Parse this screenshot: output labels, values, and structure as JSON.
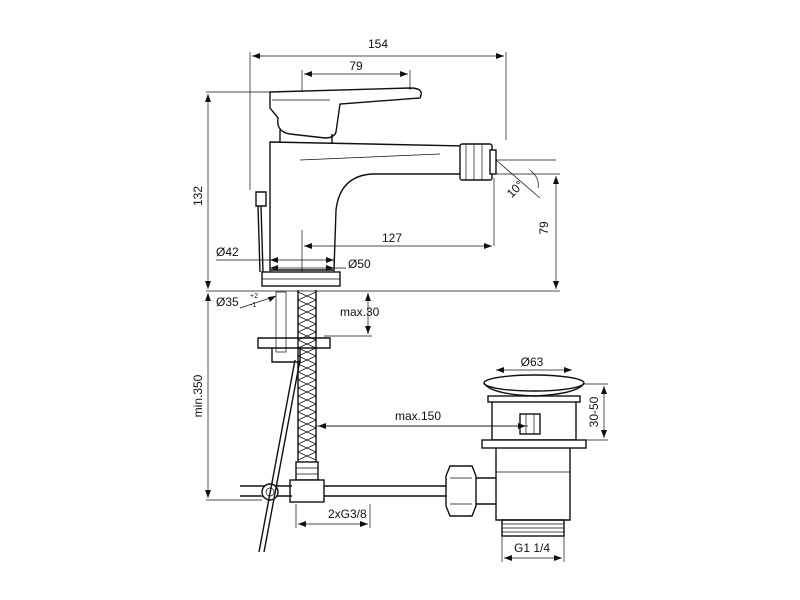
{
  "dimensions": {
    "overall_width": "154",
    "lever_length": "79",
    "spout_reach": "127",
    "total_height": "132",
    "spout_height": "79",
    "spray_angle": "10°",
    "base_diameter": "Ø42",
    "body_diameter": "Ø50",
    "hole_diameter": "Ø35",
    "hole_tol_upper": "+2",
    "hole_tol_lower": "-1",
    "counter_thickness": "max.30",
    "hose_length": "min.350",
    "waste_offset": "max.150",
    "waste_diameter": "Ø63",
    "waste_height": "30-50",
    "connection": "2xG3/8",
    "waste_thread": "G1 1/4"
  }
}
